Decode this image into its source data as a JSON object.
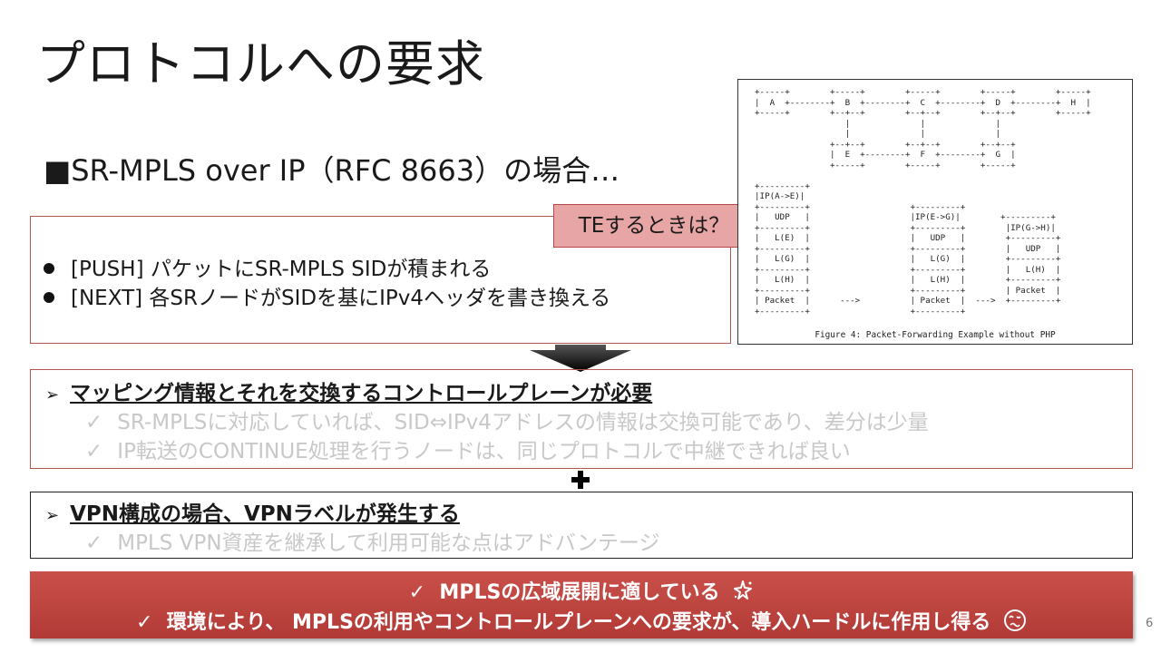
{
  "slide": {
    "title": "プロトコルへの要求",
    "subtitle": "■SR-MPLS over IP（RFC 8663）の場合…",
    "callout": "TEするときは？",
    "bullets": [
      "[PUSH] パケットにSR-MPLS SIDが積まれる",
      "[NEXT] 各SRノードがSIDを基にIPv4ヘッダを書き換える"
    ],
    "figure": {
      "ascii": "+-----+        +-----+        +-----+        +-----+        +-----+\n|  A  +--------+  B  +--------+  C  +--------+  D  +--------+  H  |\n+-----+        +--+--+        +--+--+        +--+--+        +-----+\n                  |              |              |\n                  |              |              |\n               +--+--+        +--+--+        +--+--+\n               |  E  +--------+  F  +--------+  G  |\n               +-----+        +-----+        +-----+\n\n+---------+\n|IP(A->E)|\n+---------+                    +---------+\n|   UDP   |                    |IP(E->G)|        +---------+\n+---------+                    +---------+        |IP(G->H)|\n|   L(E)  |                    |   UDP   |        +---------+\n+---------+                    +---------+        |   UDP   |\n|   L(G)  |                    |   L(G)  |        +---------+\n+---------+                    +---------+        |   L(H)  |\n|   L(H)  |                    |   L(H)  |        +---------+\n+---------+                    +---------+        | Packet  |\n| Packet  |      --->          | Packet  |  --->  +---------+\n+---------+                    +---------+",
      "caption": "Figure 4: Packet-Forwarding Example without PHP"
    },
    "mapping": {
      "heading": "マッピング情報とそれを交換するコントロールプレーンが必要",
      "items": [
        "SR-MPLSに対応していれば、SID⇔IPv4アドレスの情報は交換可能であり、差分は少量",
        "IP転送のCONTINUE処理を行うノードは、同じプロトコルで中継できれば良い"
      ]
    },
    "vpn": {
      "heading": "VPN構成の場合、VPNラベルが発生する",
      "items": [
        "MPLS VPN資産を継承して利用可能な点はアドバンテージ"
      ]
    },
    "summary": [
      "MPLSの広域展開に適している",
      "環境により、 MPLSの利用やコントロールプレーンへの要求が、導入ハードルに作用し得る"
    ],
    "check_mark": "✓",
    "arrow_mark": "➢",
    "page_number": "6",
    "icons": [
      "sparkle-icon",
      "woozy-face-icon",
      "down-arrow-icon",
      "plus-icon"
    ],
    "colors": {
      "accent_red": "#b5564f",
      "callout_fill": "#e8a5a5",
      "summary_fill": "#c0433e",
      "muted_text": "#c8c8c8"
    }
  }
}
